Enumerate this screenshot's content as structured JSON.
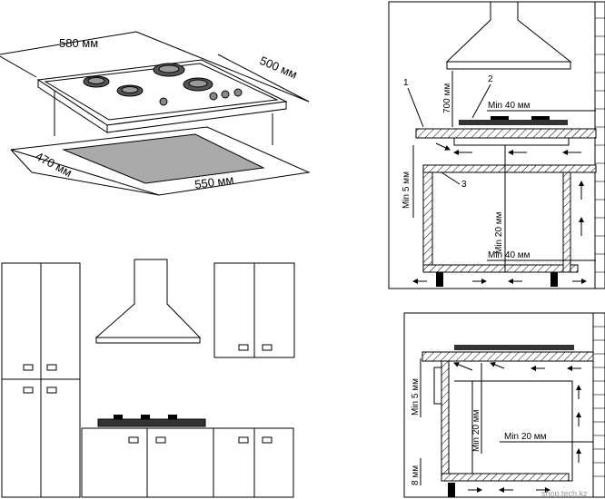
{
  "hob_diagram": {
    "width_label": "580  мм",
    "depth_label": "500 мм",
    "cutout_depth_label": "470 мм",
    "cutout_width_label": "550 мм"
  },
  "install_top": {
    "callout_1": "1",
    "callout_2": "2",
    "callout_3": "3",
    "height_label": "700 мм",
    "min_top_label": "Min 40 мм",
    "min_side_label": "Min 5 мм",
    "min_mid_label": "Min 20 мм",
    "min_bottom_label": "Min 40 мм"
  },
  "install_bottom": {
    "min_side_label": "Min 5 мм",
    "min_mid_label": "Min 20 мм",
    "min_right_label": "Min 20 мм",
    "bottom_label": "8 мм",
    "watermark": "shop.tech.kz"
  }
}
